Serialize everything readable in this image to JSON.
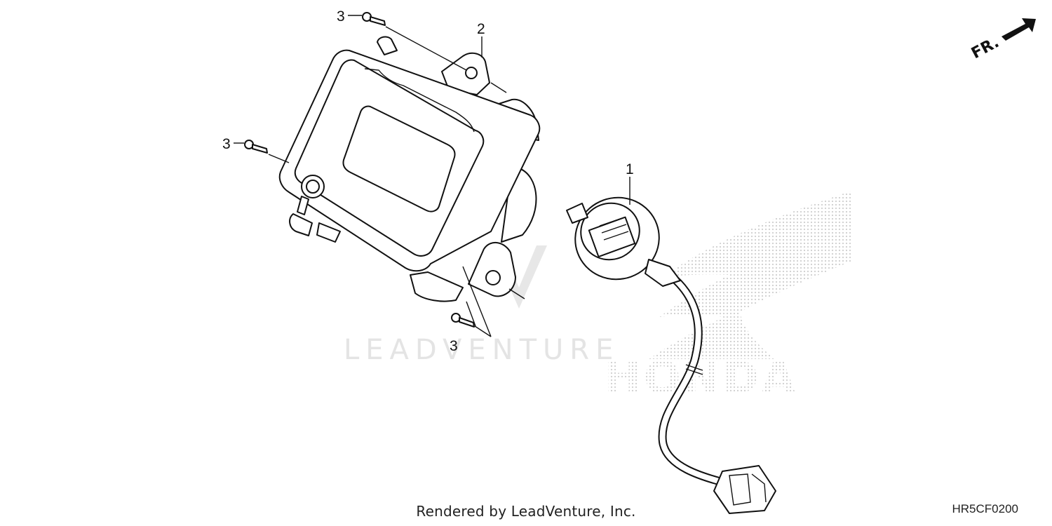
{
  "diagram": {
    "callouts": [
      {
        "id": "c1",
        "label": "1"
      },
      {
        "id": "c2",
        "label": "2"
      },
      {
        "id": "c3a",
        "label": "3"
      },
      {
        "id": "c3b",
        "label": "3"
      },
      {
        "id": "c3c",
        "label": "3"
      }
    ],
    "direction_marker": "FR.",
    "watermark_text": "LEADVENTURE",
    "logo_text": "HONDA"
  },
  "footer": {
    "caption": "Rendered by LeadVenture, Inc.",
    "diagram_code": "HR5CF0200"
  }
}
